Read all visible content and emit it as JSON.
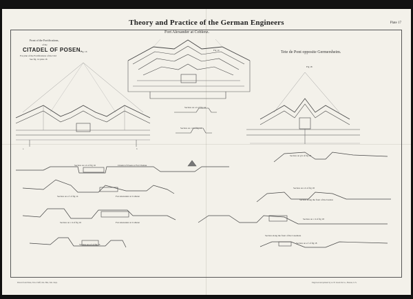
{
  "title": "Theory and Practice of the German Engineers",
  "plate": "Plate 17",
  "citadel": {
    "heading": "Front of the Fortifications,",
    "of_the": "of the",
    "name": "CITADEL OF POSEN.",
    "line2": "For plan of the Fortifications of the Citd",
    "line3": "See fig. 14 plate 16"
  },
  "figures": {
    "fig16": "Fig. 16",
    "fig14": "Fig 14",
    "fig18": "Fig 18"
  },
  "labels": {
    "fort_alexander": "Fort Alexander at Coblenz.",
    "tete_de_pont": "Tete de Pont opposite Germersheim.",
    "sec_a": "Section on a b of fig 14",
    "sec_b": "Section on c d of fig 14",
    "sec_c": "Section on a b of fig 16",
    "citadel_posen": "Citadel of Posen or Fort Vaubau",
    "sec_d": "Section on e f of fig 14",
    "fort_alex_coblenz_1": "Fort Alexander at Coblenz",
    "sec_e": "Section on c d of fig 16",
    "fort_alex_coblenz_2": "Fort Alexander at Coblenz",
    "sec_f": "Section on e f of fig 16",
    "sec_g": "Section on a b of fig 18",
    "sec_h": "Section on c d of fig 18",
    "sec_i": "Section on e f of fig 18",
    "sec_j": "Section on g h of fig 18",
    "bastion_sal": "Section along the front of the bastion",
    "casemate": "Section along the front of the Casemate"
  },
  "footer": {
    "left": "Drawn from Plans, Trns. Ediff, Mo. Hist, Sub. Dept.",
    "right": "Engraved and printed by A. H. Jewett & Co., Boston, U.S."
  }
}
